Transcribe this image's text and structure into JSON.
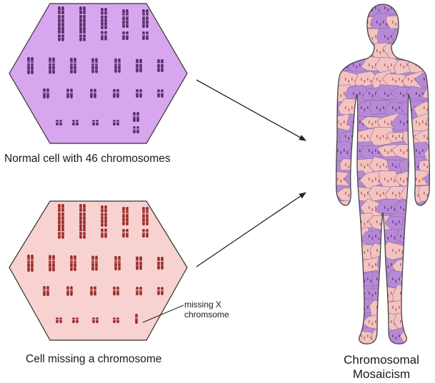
{
  "labels": {
    "normal_cell": "Normal cell with 46 chromosomes",
    "missing_cell": "Cell missing a chromosome",
    "mosaic_line1": "Chromosomal",
    "mosaic_line2": "Mosaicism",
    "note_line1": "missing X",
    "note_line2": "chromsome"
  },
  "colors": {
    "normal_fill": "#d8a6ee",
    "normal_chromosome": "#5a2a6e",
    "missing_fill": "#f7d2d0",
    "missing_chromosome": "#9c2a2a",
    "mosaic_purple": "#b78ad8",
    "mosaic_pink": "#f3c3c0",
    "outline": "#333333"
  },
  "karyotype": {
    "normal_rows": [
      7,
      8,
      7,
      6
    ],
    "missing_rows": [
      7,
      8,
      7,
      6
    ],
    "missing_last_row_single": true
  }
}
